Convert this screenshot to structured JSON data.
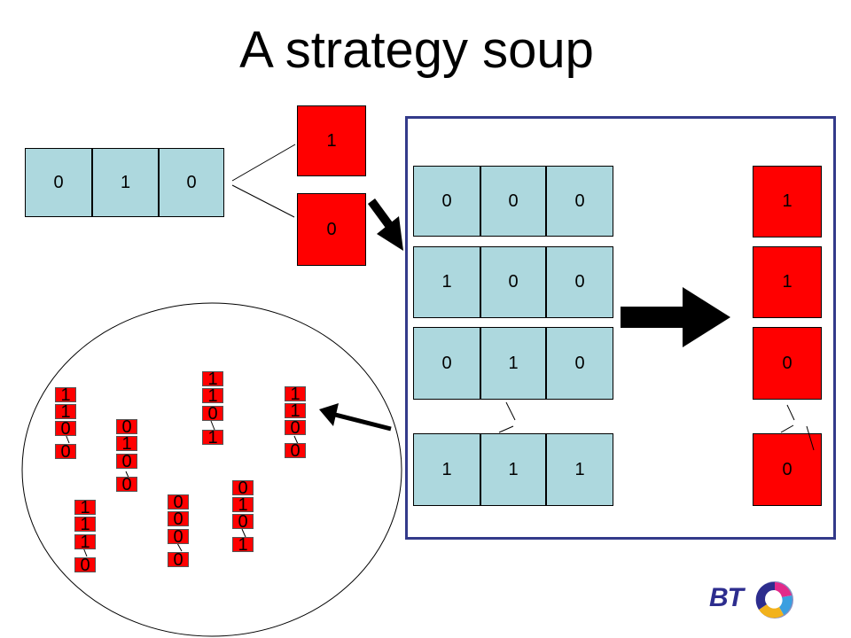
{
  "slide": {
    "title": "A strategy soup",
    "input_strategy": [
      "0",
      "1",
      "0"
    ],
    "branch_outcomes": [
      "1",
      "0"
    ],
    "table": {
      "rows": [
        {
          "bits": [
            "0",
            "0",
            "0"
          ],
          "output": "1"
        },
        {
          "bits": [
            "1",
            "0",
            "0"
          ],
          "output": "1"
        },
        {
          "bits": [
            "0",
            "1",
            "0"
          ],
          "output": "0"
        },
        {
          "bits": [
            "1",
            "1",
            "1"
          ],
          "output": "0"
        }
      ]
    },
    "soup_strategies": [
      [
        "1",
        "1",
        "0",
        "0"
      ],
      [
        "0",
        "1",
        "0",
        "0"
      ],
      [
        "1",
        "1",
        "0",
        "1"
      ],
      [
        "1",
        "1",
        "0",
        "0"
      ],
      [
        "1",
        "1",
        "1",
        "0"
      ],
      [
        "0",
        "0",
        "0",
        "0"
      ],
      [
        "0",
        "1",
        "0",
        "1"
      ]
    ],
    "logo": {
      "text": "BT",
      "icon": "bt-piper-logo-icon"
    },
    "colors": {
      "bit_cell": "#add8de",
      "output_cell": "#ff0000",
      "frame": "#333a8a"
    }
  }
}
